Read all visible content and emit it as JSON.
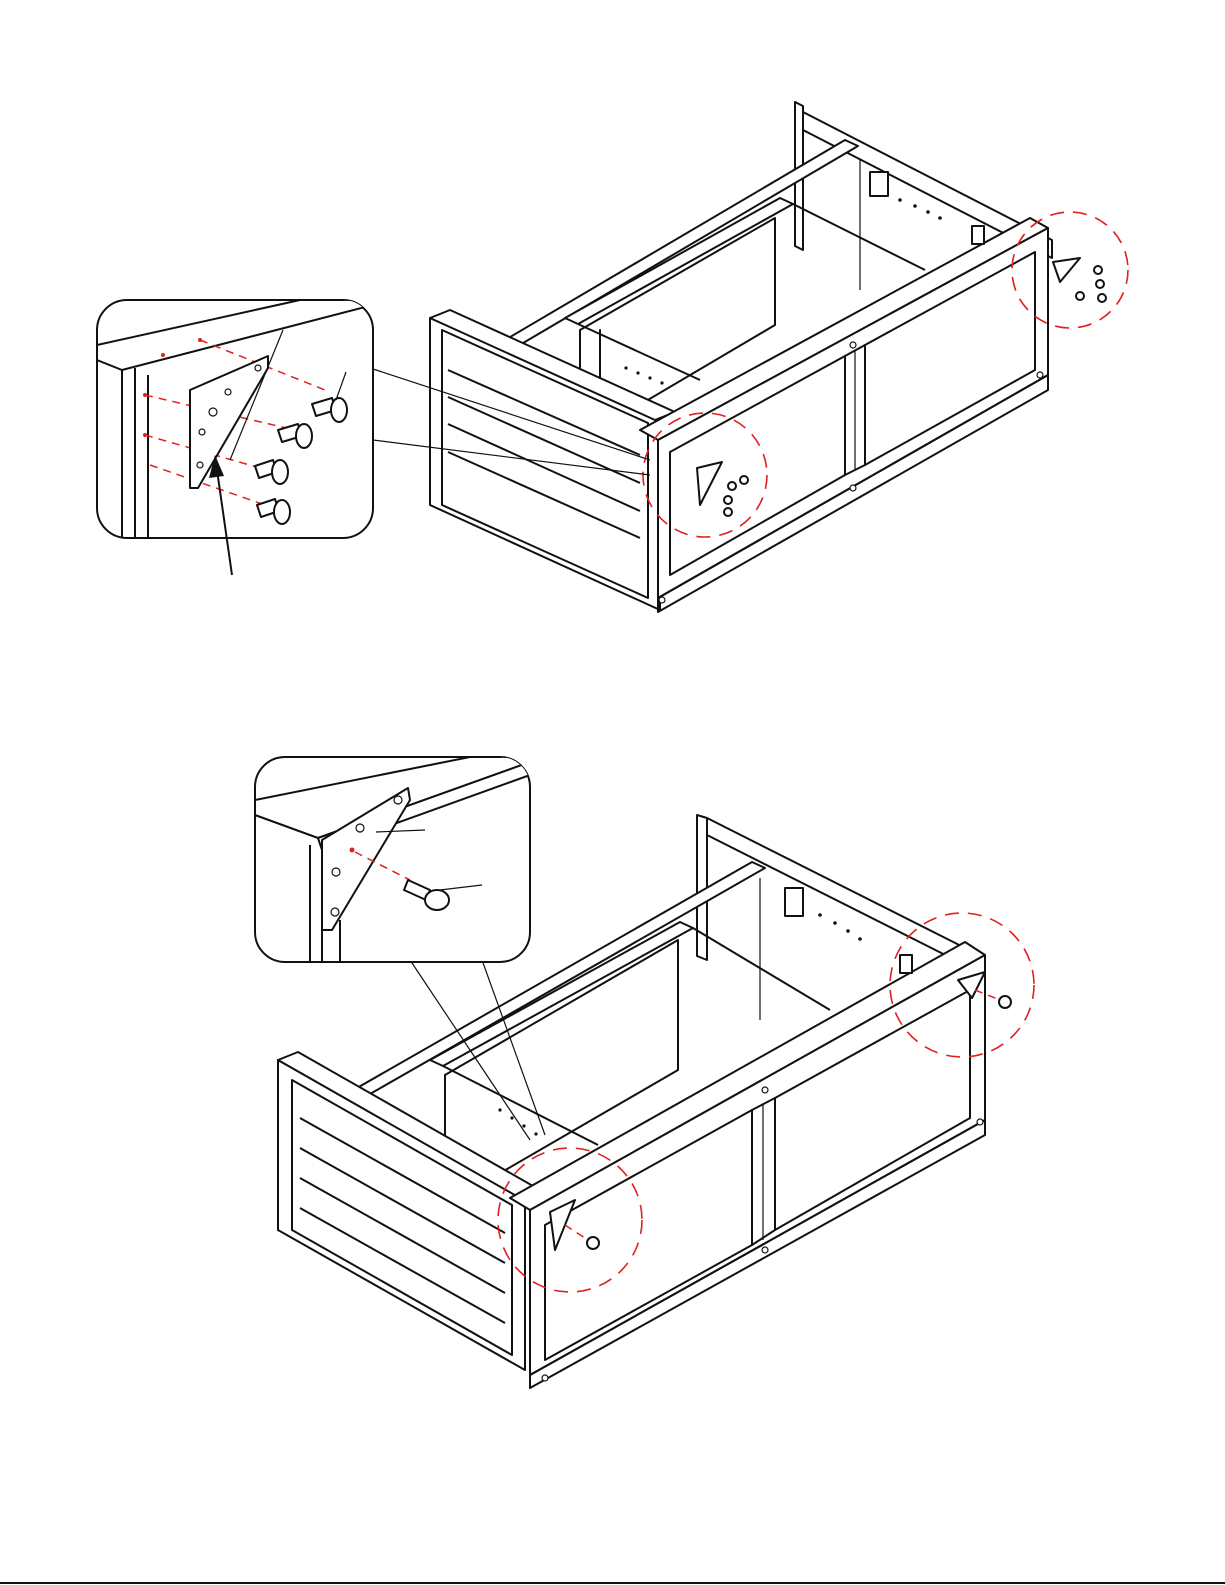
{
  "figure": {
    "steps": [
      {
        "view": "upper",
        "fastener": "corner-bracket-with-4-screws",
        "callouts": 2
      },
      {
        "view": "lower",
        "fastener": "adjustable-leveler-foot",
        "callouts": 2
      }
    ],
    "colors": {
      "outline": "#111111",
      "callout": "#e02020",
      "background": "#ffffff"
    }
  }
}
